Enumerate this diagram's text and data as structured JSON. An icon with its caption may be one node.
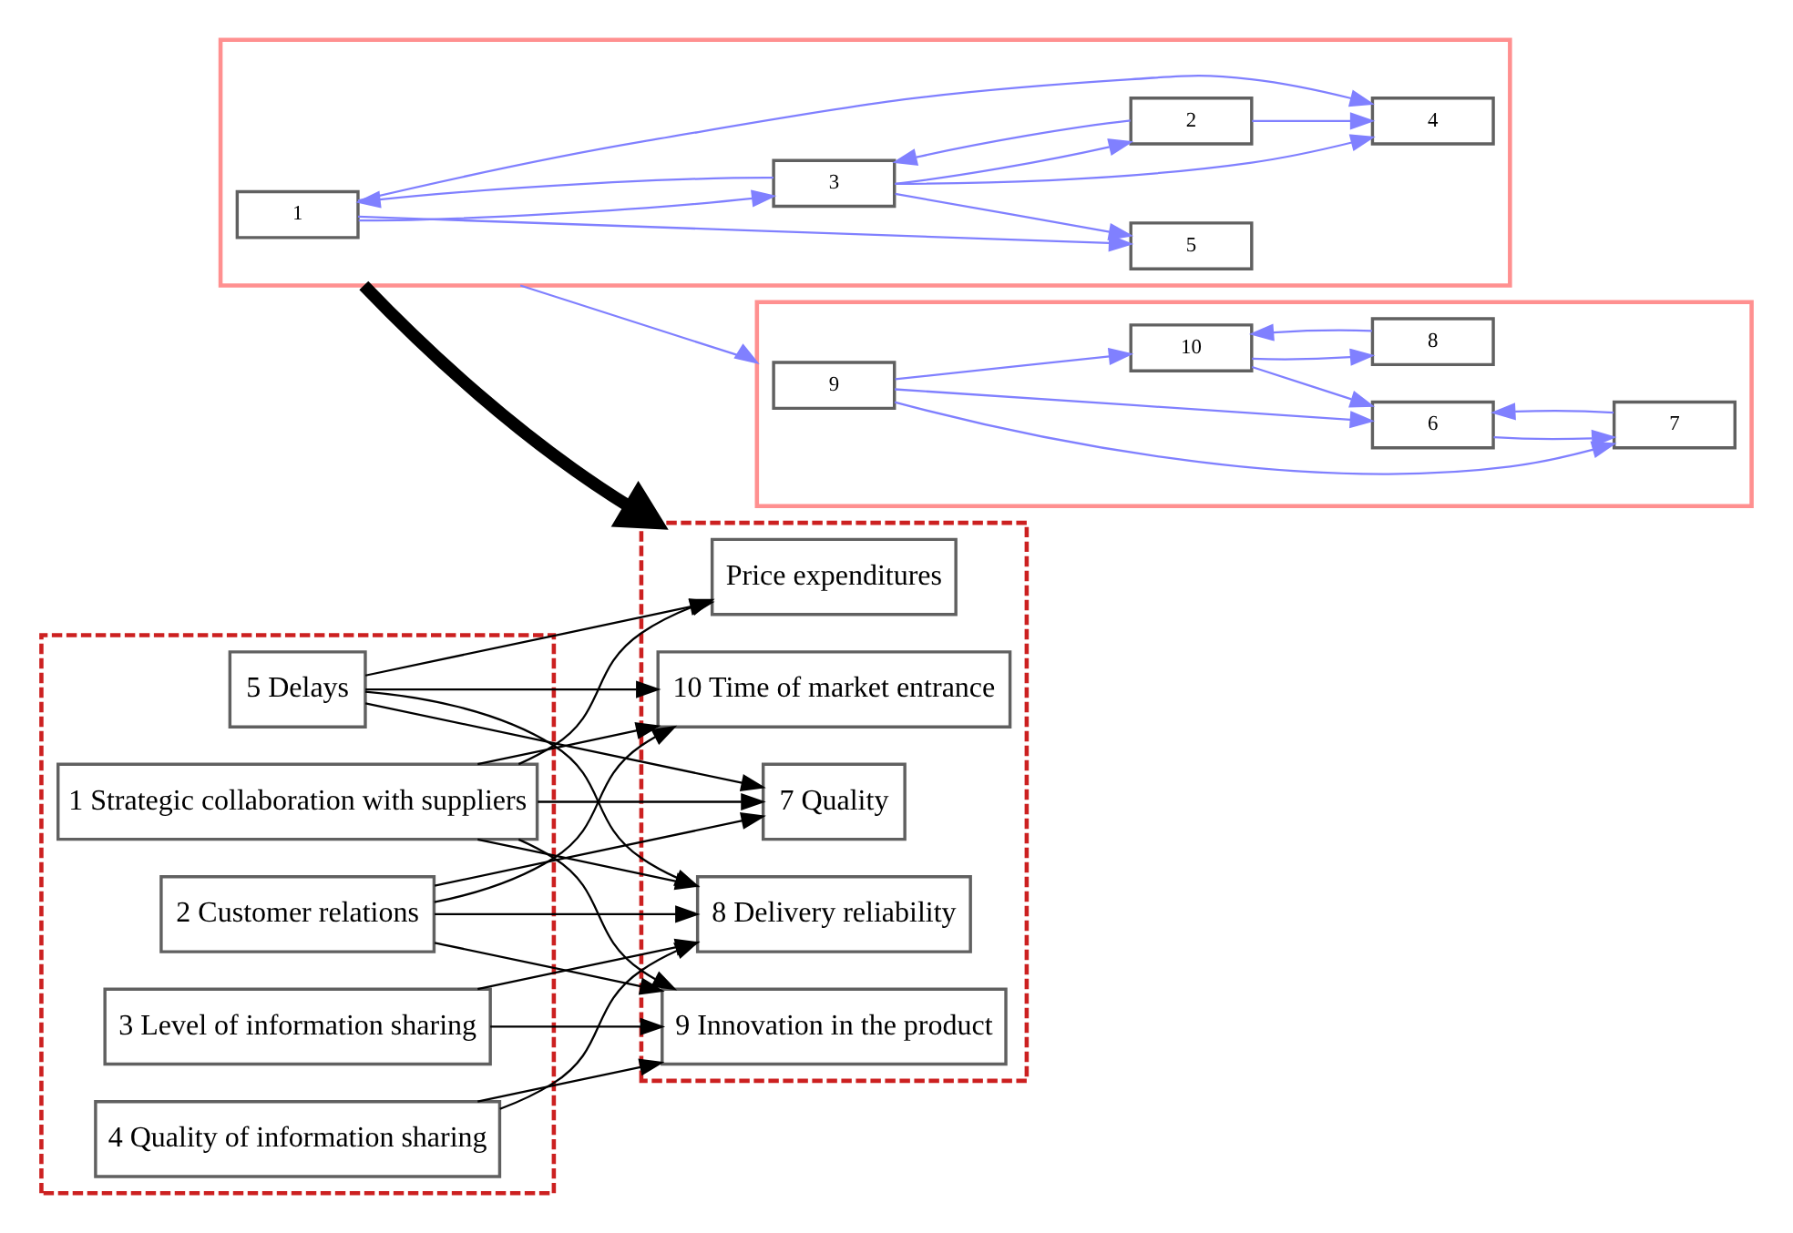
{
  "diagram": {
    "nodes": [
      {
        "text": [],
        "shape": "box"
      },
      {
        "text": [
          "1"
        ],
        "in": 0
      },
      {
        "text": [
          "5"
        ],
        "in": 0
      },
      {
        "text": [
          "3"
        ],
        "in": 0
      },
      {
        "text": [
          "2"
        ],
        "in": 0
      },
      {
        "text": [
          "4"
        ],
        "in": 0
      },
      {
        "text": [],
        "shape": "box"
      },
      {
        "text": [
          "9"
        ],
        "in": 6
      },
      {
        "text": [
          "6"
        ],
        "in": 6
      },
      {
        "text": [
          "7"
        ],
        "in": 6
      },
      {
        "text": [
          "10"
        ],
        "in": 6
      },
      {
        "text": [
          "8"
        ],
        "in": 6
      },
      {
        "text": [],
        "shape": "box"
      },
      {
        "text": [
          "Price expenditures"
        ],
        "in": 12
      },
      {
        "text": [
          "7 Quality"
        ],
        "in": 12
      },
      {
        "text": [
          "8 Delivery reliability"
        ],
        "in": 12
      },
      {
        "text": [
          "9 Innovation in the product"
        ],
        "in": 12
      },
      {
        "text": [
          "10 Time of market entrance"
        ],
        "in": 12
      },
      {
        "text": [],
        "shape": "box"
      },
      {
        "text": [
          "1 Strategic collaboration with suppliers"
        ],
        "in": 18
      },
      {
        "text": [
          "2 Customer relations"
        ],
        "in": 18
      },
      {
        "text": [
          "3 Level of information sharing"
        ],
        "in": 18
      },
      {
        "text": [
          "4 Quality of information sharing"
        ],
        "in": 18
      },
      {
        "text": [
          "5 Delays"
        ],
        "in": 18
      }
    ],
    "edges": [
      {
        "from": 1,
        "to": 5,
        "arrow": "to",
        "color": "#8080ff"
      },
      {
        "from": 1,
        "to": 2,
        "arrow": "to",
        "color": "#8080ff"
      },
      {
        "from": 3,
        "to": 1,
        "arrow": "to",
        "color": "#8080ff"
      },
      {
        "from": 1,
        "to": 3,
        "arrow": "to",
        "color": "#8080ff"
      },
      {
        "from": 4,
        "to": 3,
        "arrow": "to",
        "color": "#8080ff"
      },
      {
        "from": 3,
        "to": 4,
        "arrow": "to",
        "color": "#8080ff"
      },
      {
        "from": 4,
        "to": 5,
        "arrow": "to",
        "color": "#8080ff"
      },
      {
        "from": 3,
        "to": 5,
        "arrow": "to",
        "color": "#8080ff"
      },
      {
        "from": 3,
        "to": 2,
        "arrow": "to",
        "color": "#8080ff"
      },
      {
        "from": 7,
        "to": 8,
        "arrow": "to",
        "color": "#8080ff"
      },
      {
        "from": 7,
        "to": 9,
        "arrow": "to",
        "color": "#8080ff"
      },
      {
        "from": 7,
        "to": 10,
        "arrow": "to",
        "color": "#8080ff"
      },
      {
        "from": 9,
        "to": 8,
        "arrow": "to",
        "color": "#8080ff"
      },
      {
        "from": 8,
        "to": 9,
        "arrow": "to",
        "color": "#8080ff"
      },
      {
        "from": 10,
        "to": 8,
        "arrow": "to",
        "color": "#8080ff"
      },
      {
        "from": 10,
        "to": 11,
        "arrow": "to",
        "color": "#8080ff"
      },
      {
        "from": 11,
        "to": 10,
        "arrow": "to",
        "color": "#8080ff"
      },
      {
        "from": 0,
        "to": 6,
        "arrow": "to",
        "color": "#8080ff"
      },
      {
        "from": 0,
        "to": 12,
        "arrow": "to",
        "style": "thick",
        "color": "#000000"
      },
      {
        "from": 19,
        "to": 13,
        "arrow": "to",
        "color": "#000000"
      },
      {
        "from": 19,
        "to": 14,
        "arrow": "to",
        "color": "#000000"
      },
      {
        "from": 19,
        "to": 15,
        "arrow": "to",
        "color": "#000000"
      },
      {
        "from": 19,
        "to": 16,
        "arrow": "to",
        "color": "#000000"
      },
      {
        "from": 19,
        "to": 17,
        "arrow": "to",
        "color": "#000000"
      },
      {
        "from": 20,
        "to": 14,
        "arrow": "to",
        "color": "#000000"
      },
      {
        "from": 20,
        "to": 15,
        "arrow": "to",
        "color": "#000000"
      },
      {
        "from": 20,
        "to": 16,
        "arrow": "to",
        "color": "#000000"
      },
      {
        "from": 20,
        "to": 17,
        "arrow": "to",
        "color": "#000000"
      },
      {
        "from": 21,
        "to": 15,
        "arrow": "to",
        "color": "#000000"
      },
      {
        "from": 21,
        "to": 16,
        "arrow": "to",
        "color": "#000000"
      },
      {
        "from": 22,
        "to": 15,
        "arrow": "to",
        "color": "#000000"
      },
      {
        "from": 22,
        "to": 16,
        "arrow": "to",
        "color": "#000000"
      },
      {
        "from": 23,
        "to": 13,
        "arrow": "to",
        "color": "#000000"
      },
      {
        "from": 23,
        "to": 14,
        "arrow": "to",
        "color": "#000000"
      },
      {
        "from": 23,
        "to": 15,
        "arrow": "to",
        "color": "#000000"
      },
      {
        "from": 23,
        "to": 17,
        "arrow": "to",
        "color": "#000000"
      }
    ]
  }
}
